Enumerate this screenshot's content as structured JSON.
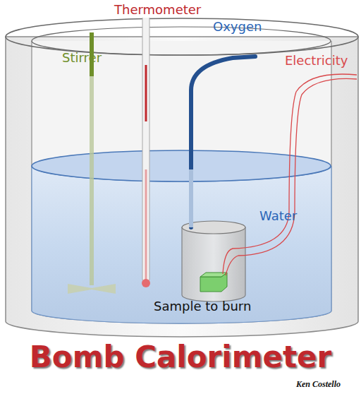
{
  "diagram": {
    "title": "Bomb Calorimeter",
    "labels": [
      "Stirrer",
      "Thermometer",
      "Oxygen",
      "Electricity",
      "Water",
      "Sample to burn",
      "Ken Costello"
    ]
  }
}
